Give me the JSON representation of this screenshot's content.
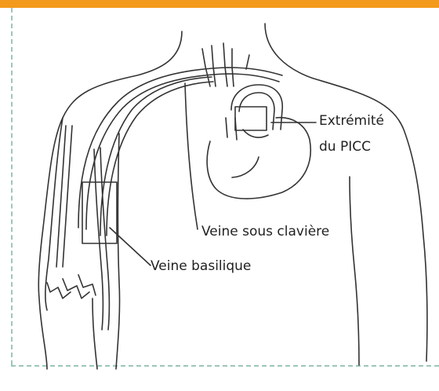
{
  "labels": {
    "extremite_line1": "Extrémité",
    "extremite_line2": "du PICC",
    "veine_sous_claviere": "Veine sous clavière",
    "veine_basilique": "Veine basilique"
  },
  "colors": {
    "accent_bar": "#f39a1c",
    "frame_border": "#9cc7b8",
    "line_art": "#333333"
  }
}
